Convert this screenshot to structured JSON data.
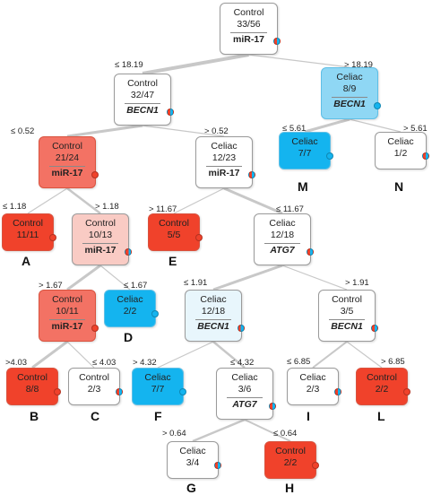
{
  "colors": {
    "control_strong": "#f0422b",
    "control_medium": "#f37264",
    "control_light": "#f9cbc4",
    "celiac_strong": "#14b4ef",
    "celiac_light": "#8fd7f4",
    "celiac_pale": "#e8f6fc",
    "plain": "#ffffff",
    "edge": "#c8c8c8"
  },
  "nodes": {
    "root": {
      "cls": "Control",
      "count": "33/56",
      "feature": "miR-17"
    },
    "n1": {
      "cls": "Control",
      "count": "32/47",
      "feature": "BECN1"
    },
    "n2": {
      "cls": "Celiac",
      "count": "8/9",
      "feature": "BECN1"
    },
    "n3": {
      "cls": "Control",
      "count": "21/24",
      "feature": "miR-17"
    },
    "n4": {
      "cls": "Celiac",
      "count": "12/23",
      "feature": "miR-17"
    },
    "M": {
      "cls": "Celiac",
      "count": "7/7",
      "letter": "M"
    },
    "N": {
      "cls": "Celiac",
      "count": "1/2",
      "letter": "N"
    },
    "A": {
      "cls": "Control",
      "count": "11/11",
      "letter": "A"
    },
    "n6": {
      "cls": "Control",
      "count": "10/13",
      "feature": "miR-17"
    },
    "E": {
      "cls": "Control",
      "count": "5/5",
      "letter": "E"
    },
    "n8": {
      "cls": "Celiac",
      "count": "12/18",
      "feature": "ATG7"
    },
    "n9": {
      "cls": "Control",
      "count": "10/11",
      "feature": "miR-17"
    },
    "D": {
      "cls": "Celiac",
      "count": "2/2",
      "letter": "D"
    },
    "n11": {
      "cls": "Celiac",
      "count": "12/18",
      "feature": "BECN1"
    },
    "n12": {
      "cls": "Control",
      "count": "3/5",
      "feature": "BECN1"
    },
    "B": {
      "cls": "Control",
      "count": "8/8",
      "letter": "B"
    },
    "C": {
      "cls": "Control",
      "count": "2/3",
      "letter": "C"
    },
    "F": {
      "cls": "Celiac",
      "count": "7/7",
      "letter": "F"
    },
    "n16": {
      "cls": "Celiac",
      "count": "3/6",
      "feature": "ATG7"
    },
    "I": {
      "cls": "Celiac",
      "count": "2/3",
      "letter": "I"
    },
    "L": {
      "cls": "Control",
      "count": "2/2",
      "letter": "L"
    },
    "G": {
      "cls": "Celiac",
      "count": "3/4",
      "letter": "G"
    },
    "H": {
      "cls": "Control",
      "count": "2/2",
      "letter": "H"
    }
  },
  "edges": [
    {
      "from": "root",
      "to": "n1",
      "label": "≤ 18.19"
    },
    {
      "from": "root",
      "to": "n2",
      "label": "> 18.19"
    },
    {
      "from": "n1",
      "to": "n3",
      "label": "≤ 0.52"
    },
    {
      "from": "n1",
      "to": "n4",
      "label": "> 0.52"
    },
    {
      "from": "n2",
      "to": "M",
      "label": "≤ 5.61"
    },
    {
      "from": "n2",
      "to": "N",
      "label": "> 5.61"
    },
    {
      "from": "n3",
      "to": "A",
      "label": "≤ 1.18"
    },
    {
      "from": "n3",
      "to": "n6",
      "label": "> 1.18"
    },
    {
      "from": "n4",
      "to": "E",
      "label": "> 11.67"
    },
    {
      "from": "n4",
      "to": "n8",
      "label": "≤ 11.67"
    },
    {
      "from": "n6",
      "to": "n9",
      "label": "> 1.67"
    },
    {
      "from": "n6",
      "to": "D",
      "label": "≤ 1.67"
    },
    {
      "from": "n8",
      "to": "n11",
      "label": "≤ 1.91"
    },
    {
      "from": "n8",
      "to": "n12",
      "label": "> 1.91"
    },
    {
      "from": "n9",
      "to": "B",
      "label": ">4.03"
    },
    {
      "from": "n9",
      "to": "C",
      "label": "≤ 4.03"
    },
    {
      "from": "n11",
      "to": "F",
      "label": "> 4.32"
    },
    {
      "from": "n11",
      "to": "n16",
      "label": "≤ 4.32"
    },
    {
      "from": "n12",
      "to": "I",
      "label": "≤ 6.85"
    },
    {
      "from": "n12",
      "to": "L",
      "label": "> 6.85"
    },
    {
      "from": "n16",
      "to": "G",
      "label": "> 0.64"
    },
    {
      "from": "n16",
      "to": "H",
      "label": "≤ 0.64"
    }
  ]
}
